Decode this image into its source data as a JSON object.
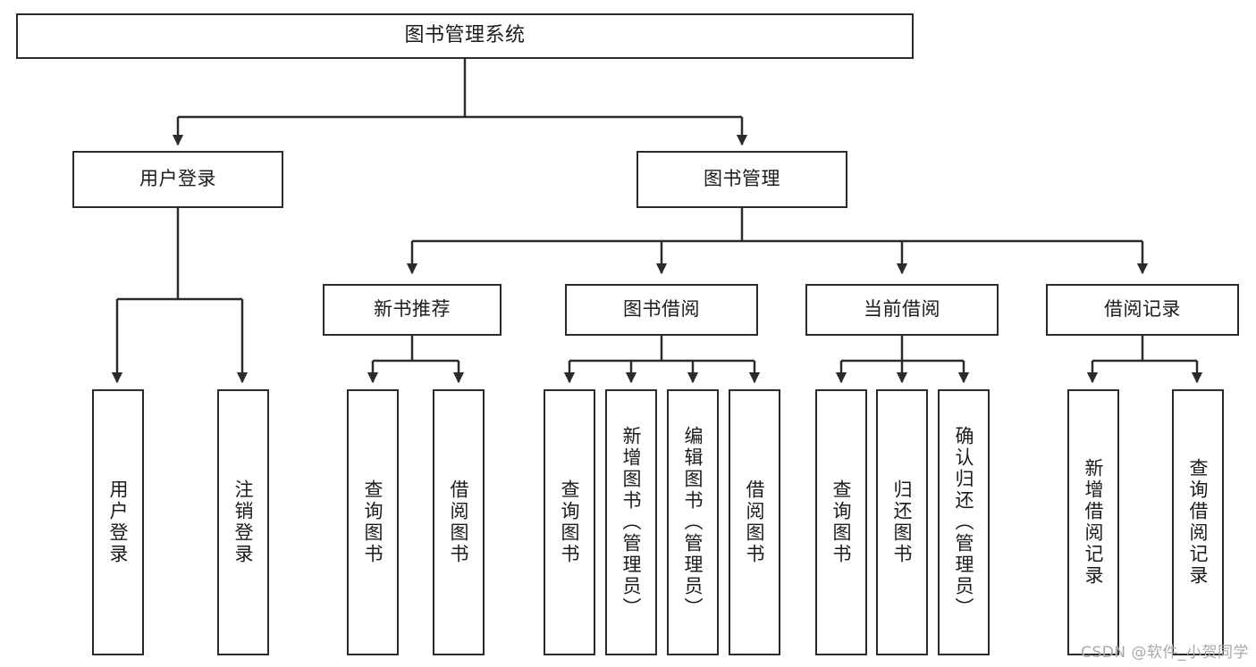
{
  "diagram": {
    "type": "tree-hierarchy",
    "title": "图书管理系统",
    "watermark": "CSDN @软件_小贺同学",
    "colors": {
      "stroke": "#2b2b2b",
      "fill": "#ffffff",
      "text": "#1b1b1b",
      "watermark": "#a9a9a9"
    },
    "levels": {
      "root": {
        "label": "图书管理系统"
      },
      "level2": [
        {
          "label": "用户登录"
        },
        {
          "label": "图书管理"
        }
      ],
      "level3": [
        {
          "label": "新书推荐"
        },
        {
          "label": "图书借阅"
        },
        {
          "label": "当前借阅"
        },
        {
          "label": "借阅记录"
        }
      ],
      "leaves": {
        "user_login": [
          {
            "label": "用户登录"
          },
          {
            "label": "注销登录"
          }
        ],
        "new_book": [
          {
            "label": "查询图书"
          },
          {
            "label": "借阅图书"
          }
        ],
        "book_borrow": [
          {
            "label": "查询图书"
          },
          {
            "label": "新增图书（管理员）"
          },
          {
            "label": "编辑图书（管理员）"
          },
          {
            "label": "借阅图书"
          }
        ],
        "current_borrow": [
          {
            "label": "查询图书"
          },
          {
            "label": "归还图书"
          },
          {
            "label": "确认归还（管理员）"
          }
        ],
        "borrow_record": [
          {
            "label": "新增借阅记录"
          },
          {
            "label": "查询借阅记录"
          }
        ]
      }
    }
  }
}
